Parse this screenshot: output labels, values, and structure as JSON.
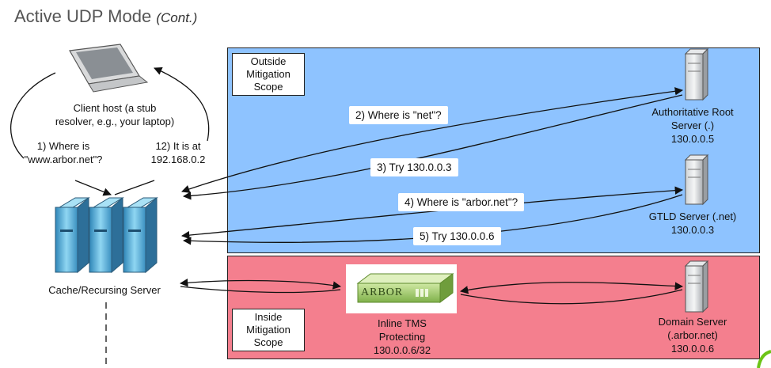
{
  "title": {
    "main": "Active UDP Mode",
    "sub": "(Cont.)"
  },
  "zones": {
    "outside": {
      "label_line1": "Outside",
      "label_line2": "Mitigation",
      "label_line3": "Scope",
      "color": "#8ec3ff"
    },
    "inside": {
      "label_line1": "Inside",
      "label_line2": "Mitigation",
      "label_line3": "Scope",
      "color": "#f47f8e"
    }
  },
  "nodes": {
    "client": {
      "line1": "Client host (a stub",
      "line2": "resolver, e.g., your laptop)"
    },
    "cache": {
      "label": "Cache/Recursing Server"
    },
    "root": {
      "line1": "Authoritative Root",
      "line2": "Server (.)",
      "line3": "130.0.0.5"
    },
    "gtld": {
      "line1": "GTLD Server (.net)",
      "line2": "130.0.0.3"
    },
    "domain": {
      "line1": "Domain Server",
      "line2": "(.arbor.net)",
      "line3": "130.0.0.6"
    },
    "tms": {
      "line1": "Inline TMS",
      "line2": "Protecting",
      "line3": "130.0.0.6/32",
      "brand": "ARBOR"
    }
  },
  "steps": {
    "s1": {
      "line1": "1) Where is",
      "line2": "\"www.arbor.net\"?"
    },
    "s12": {
      "line1": "12) It is at",
      "line2": "192.168.0.2"
    },
    "s2": "2) Where is \"net\"?",
    "s3": "3) Try 130.0.0.3",
    "s4": "4) Where is \"arbor.net\"?",
    "s5": "5) Try 130.0.0.6"
  }
}
